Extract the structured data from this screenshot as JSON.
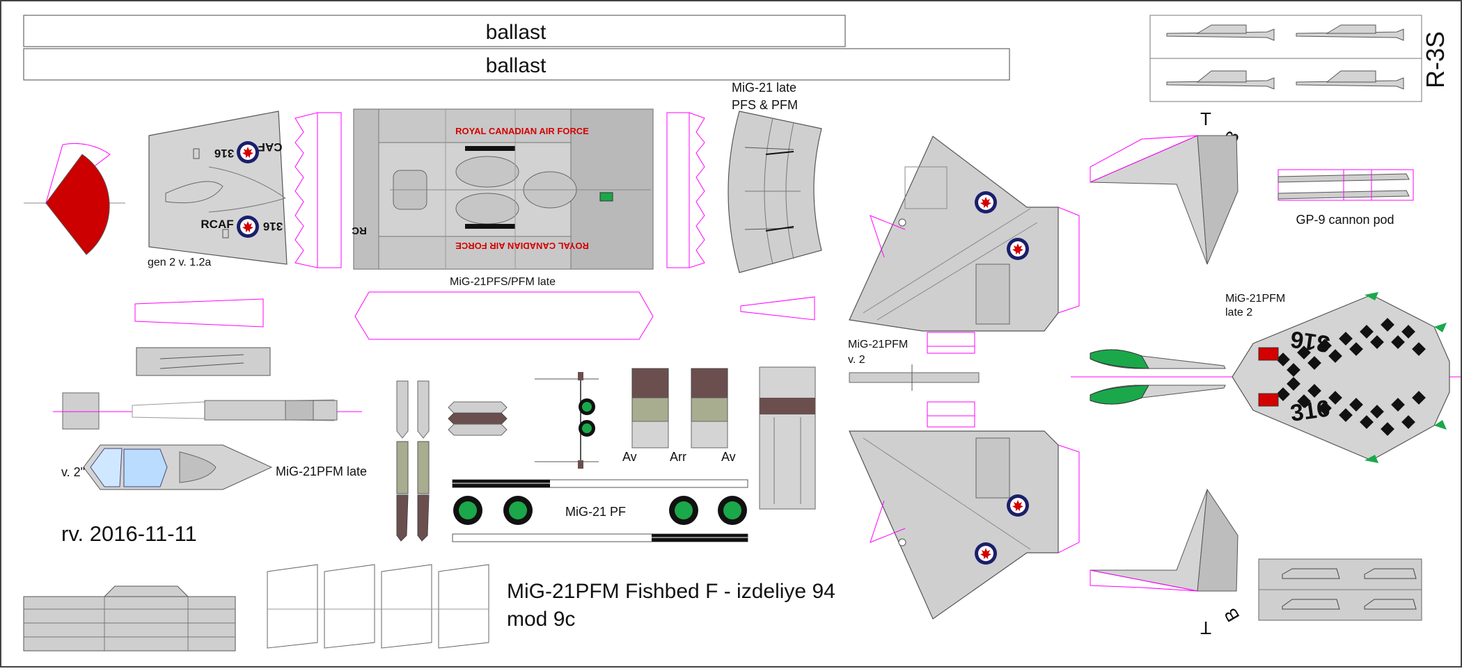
{
  "ballast": {
    "top": "ballast",
    "bottom": "ballast"
  },
  "labels": {
    "mig21_late": "MiG-21 late",
    "pfs_pfm": "PFS & PFM",
    "gen2": "gen 2 v. 1.2a",
    "pfs_pfm_late": "MiG-21PFS/PFM late",
    "v2_dq": "v. 2\"",
    "pfm_late": "MiG-21PFM late",
    "rev": "rv. 2016-11-11",
    "title_line1": "MiG-21PFM Fishbed F - izdeliye 94",
    "title_line2": "mod 9c",
    "mig21pf": "MiG-21 PF",
    "av_left": "Av",
    "arr": "Arr",
    "av_right": "Av",
    "pfm_v2_a": "MiG-21PFM",
    "pfm_v2_b": "v. 2",
    "pfm_late2_a": "MiG-21PFM",
    "pfm_late2_b": "late 2",
    "gp9": "GP-9 cannon pod",
    "r3s": "R-3S",
    "t_top": "T",
    "b_top": "B",
    "t_bottom": "T",
    "b_bottom": "B"
  },
  "markings": {
    "rcaf_top": "ROYAL CANADIAN AIR FORCE",
    "rcaf_bottom": "ROYAL CANADIAN AIR FORCE",
    "caf": "CAF",
    "n316": "316",
    "rcaf": "RCAF",
    "rc": "RC",
    "big316": "316"
  },
  "colors": {
    "panel": "#d4d4d4",
    "panel_dark": "#b8b8b8",
    "outline": "#555555",
    "guide": "#ff00ff",
    "roundel_blue": "#1a1f6b",
    "rcaf_red": "#d40000",
    "green": "#1aa84a",
    "brown": "#6b4f4f",
    "olive": "#a9ad90"
  }
}
